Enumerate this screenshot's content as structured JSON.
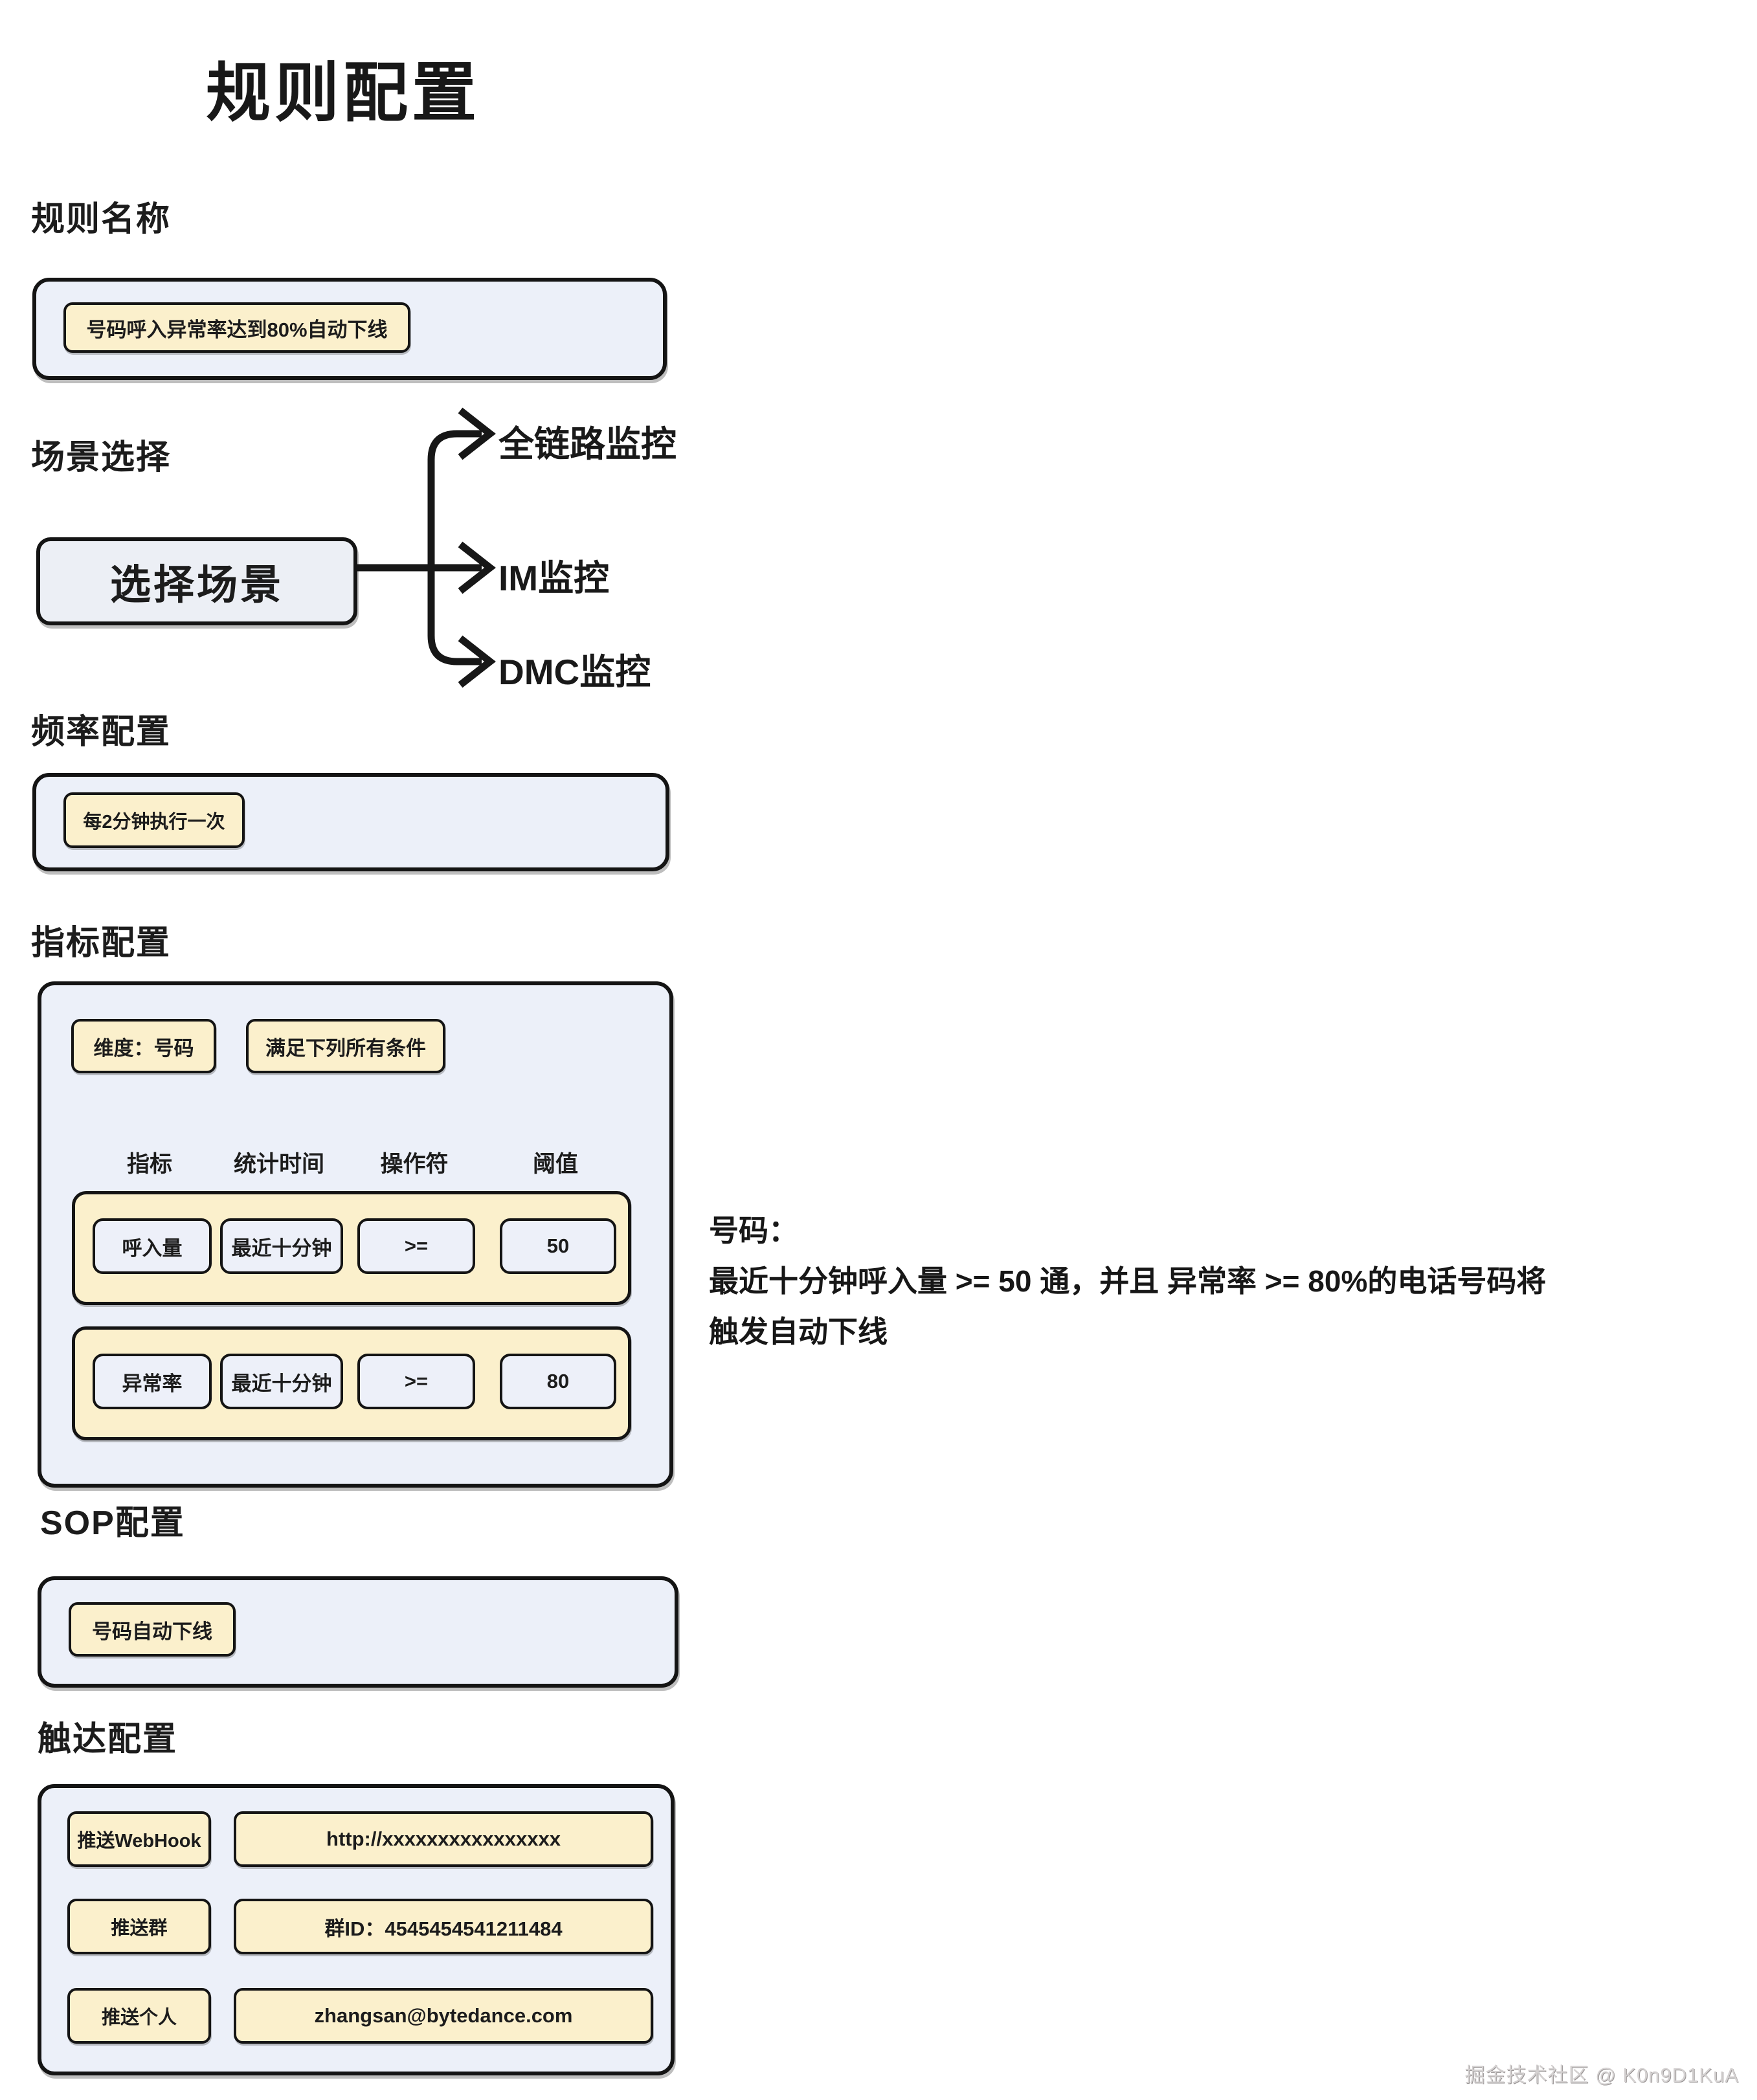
{
  "page": {
    "title": "规则配置",
    "watermark": "掘金技术社区 @ K0n9D1KuA"
  },
  "colors": {
    "panel_bg": "#ecf0f9",
    "chip_bg": "#fbf0cc",
    "cell_bg": "#edf0f9",
    "border": "#141414",
    "text": "#1c1c1c"
  },
  "sections": {
    "rule_name": {
      "heading": "规则名称",
      "value": "号码呼入异常率达到80%自动下线"
    },
    "scene": {
      "heading": "场景选择",
      "selector_label": "选择场景",
      "options": [
        "全链路监控",
        "IM监控",
        "DMC监控"
      ]
    },
    "frequency": {
      "heading": "频率配置",
      "value": "每2分钟执行一次"
    },
    "metrics": {
      "heading": "指标配置",
      "dimension": "维度：号码",
      "condition_mode": "满足下列所有条件",
      "columns": [
        "指标",
        "统计时间",
        "操作符",
        "阈值"
      ],
      "rows": [
        {
          "metric": "呼入量",
          "window": "最近十分钟",
          "operator": ">=",
          "threshold": "50"
        },
        {
          "metric": "异常率",
          "window": "最近十分钟",
          "operator": ">=",
          "threshold": "80"
        }
      ],
      "note": {
        "title": "号码：",
        "line1": "最近十分钟呼入量 >= 50 通，并且 异常率 >= 80%的电话号码将",
        "line2": "触发自动下线"
      }
    },
    "sop": {
      "heading": "SOP配置",
      "value": "号码自动下线"
    },
    "reach": {
      "heading": "触达配置",
      "rows": [
        {
          "label": "推送WebHook",
          "value": "http://xxxxxxxxxxxxxxxx"
        },
        {
          "label": "推送群",
          "value": "群ID：4545454541211484"
        },
        {
          "label": "推送个人",
          "value": "zhangsan@bytedance.com"
        }
      ]
    }
  }
}
